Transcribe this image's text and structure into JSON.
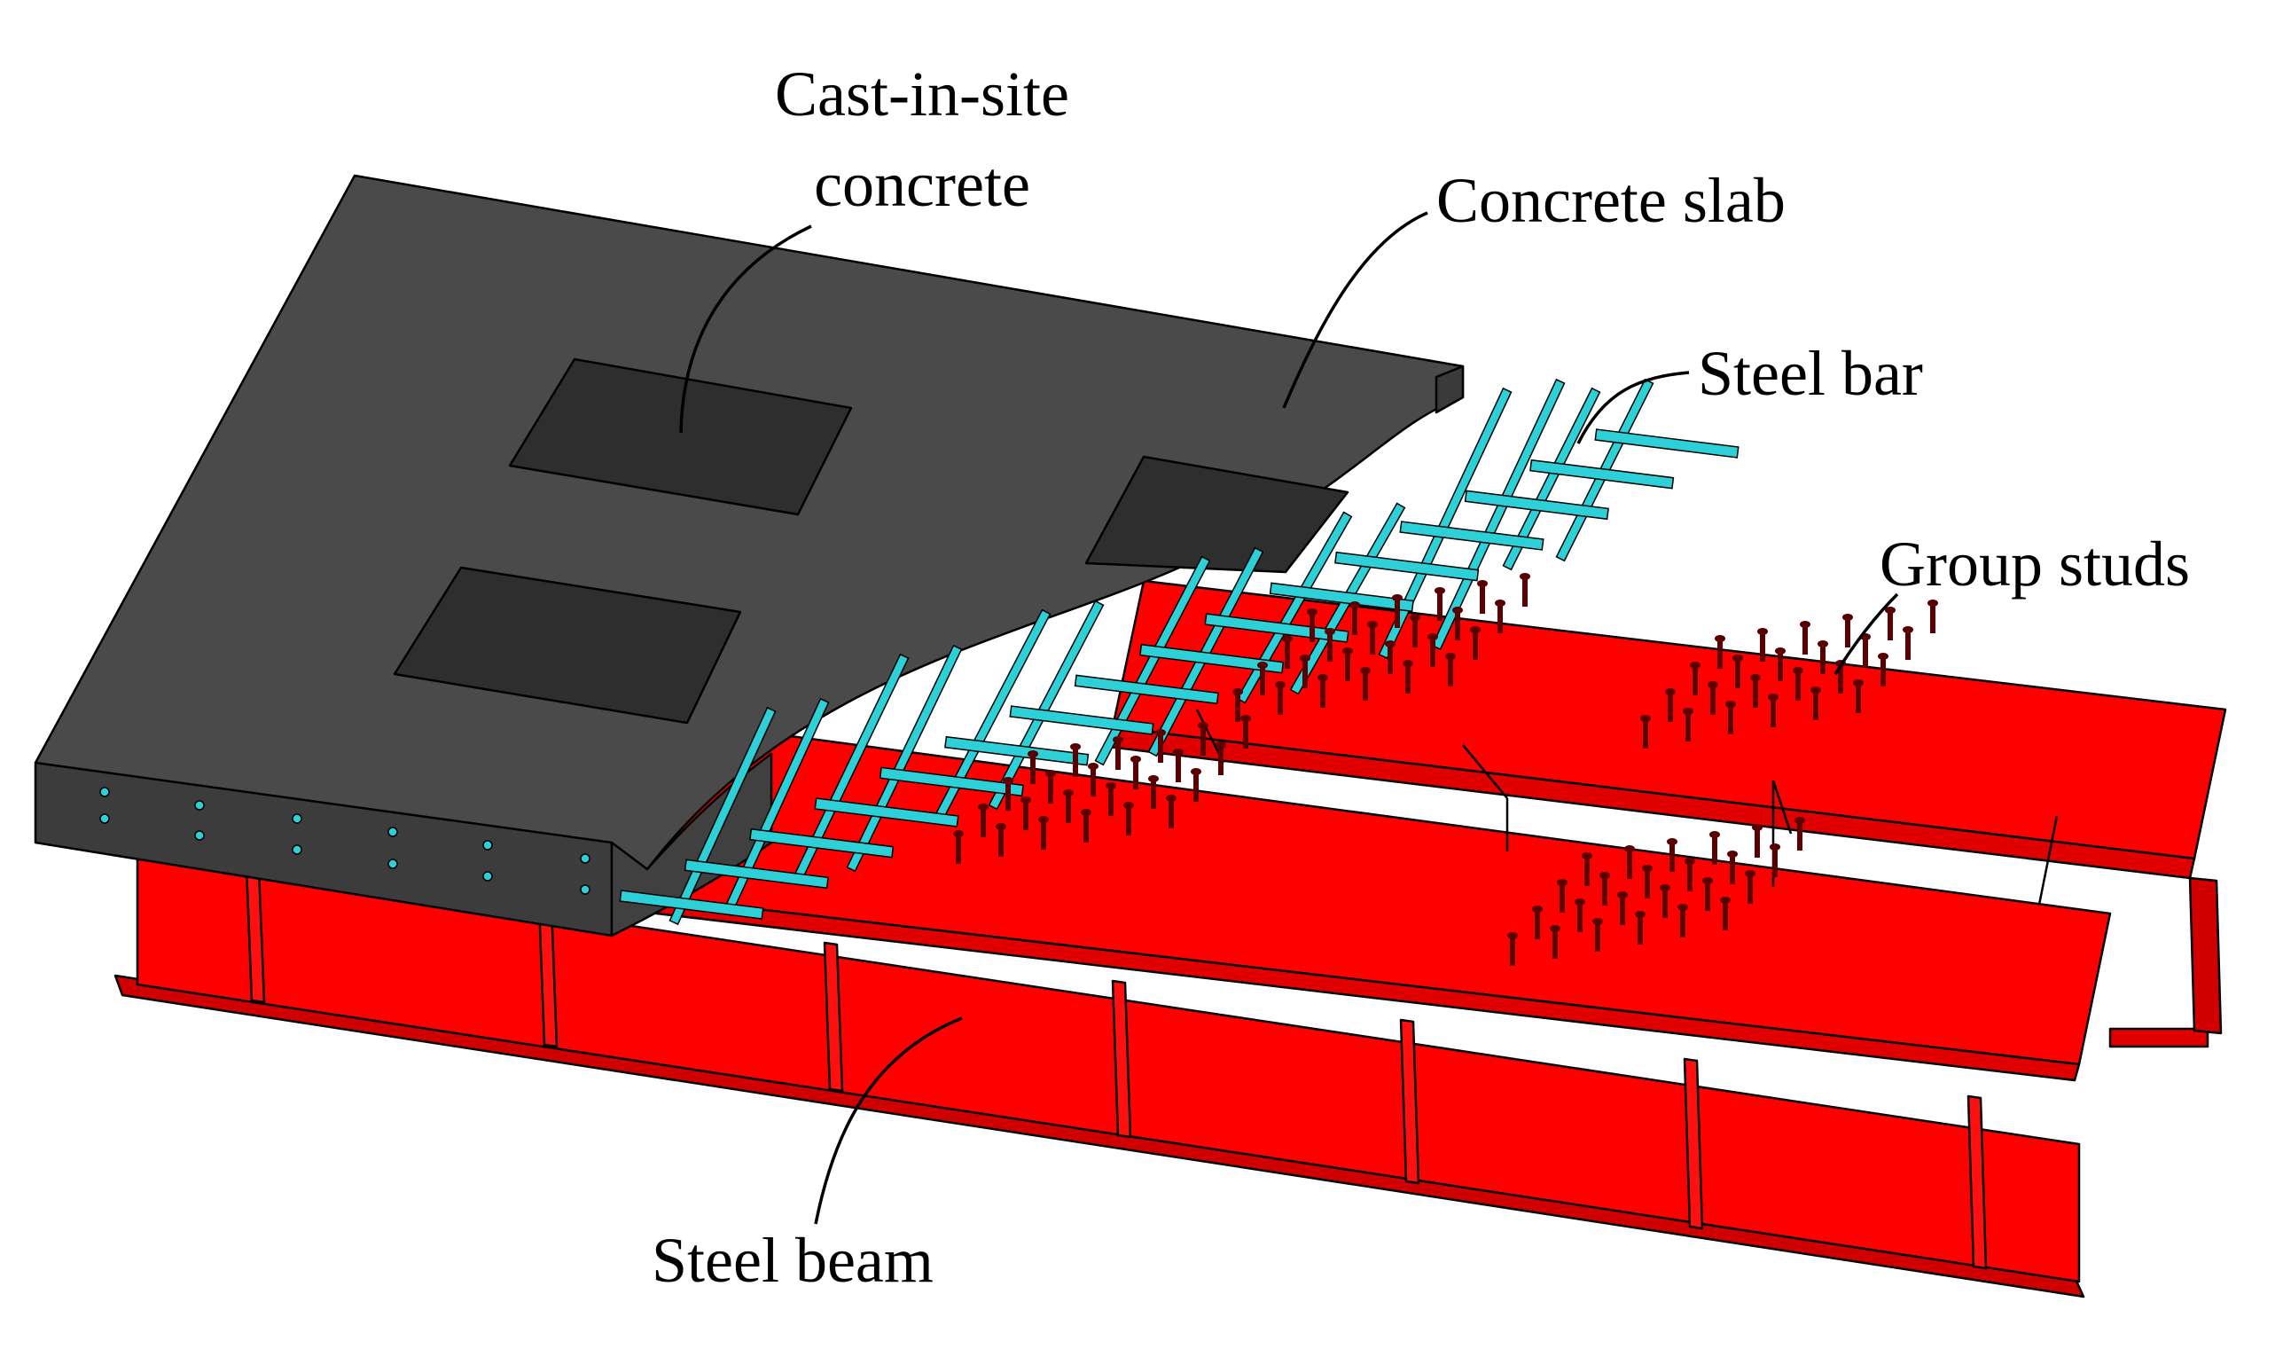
{
  "labels": {
    "cast_in_site_line1": "Cast-in-site",
    "cast_in_site_line2": "concrete",
    "concrete_slab": "Concrete slab",
    "steel_bar": "Steel bar",
    "group_studs": "Group studs",
    "steel_beam": "Steel beam"
  },
  "colors": {
    "steel": "#ff0000",
    "concrete": "#4a4a4a",
    "concrete_side": "#3a3a3a",
    "pocket": "#2e2e2e",
    "rebar": "#2ed0d8",
    "stud": "#5a0000"
  }
}
